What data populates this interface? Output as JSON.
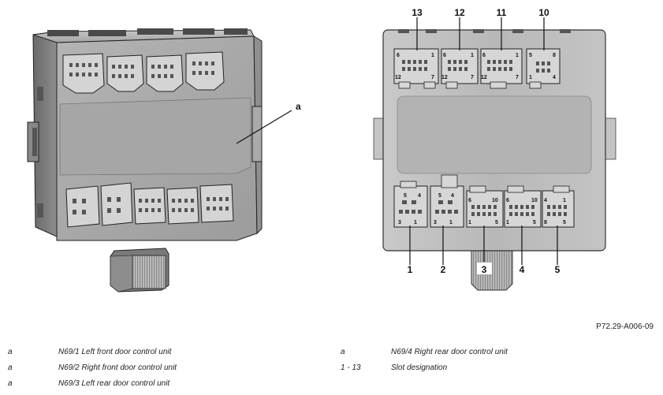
{
  "callouts": {
    "a": "a",
    "slots": [
      "1",
      "2",
      "3",
      "4",
      "5",
      "10",
      "11",
      "12",
      "13"
    ]
  },
  "pins": {
    "top_left_pin": "6",
    "top_right_pin": "1",
    "bottom_left_pin": "12",
    "bottom_right_pin": "7",
    "slot10_top_left": "5",
    "slot10_top_right": "8",
    "slot10_bottom_left": "1",
    "slot10_bottom_right": "4",
    "small_top_left": "5",
    "small_top_right": "4",
    "small_bottom_left": "3",
    "small_bottom_right": "1",
    "mid_top_left": "6",
    "mid_top_right": "10",
    "mid_bottom_left": "1",
    "mid_bottom_right": "5",
    "slot5_top_left": "4",
    "slot5_top_right": "1",
    "slot5_bottom_left": "8",
    "slot5_bottom_right": "5"
  },
  "figure_id": "P72.29-A006-09",
  "legend": [
    {
      "key": "a",
      "text": "N69/1 Left front door control unit"
    },
    {
      "key": "a",
      "text": "N69/2 Right front door control unit"
    },
    {
      "key": "a",
      "text": "N69/3 Left rear door control unit"
    },
    {
      "key": "a",
      "text": "N69/4 Right rear door control unit"
    },
    {
      "key": "1 - 13",
      "text": "Slot designation"
    }
  ],
  "colors": {
    "housing": "#9a9a9a",
    "housing_dark": "#6e6e6e",
    "housing_light": "#bdbdbd",
    "connector": "#d0d0d0",
    "outline": "#111111"
  }
}
